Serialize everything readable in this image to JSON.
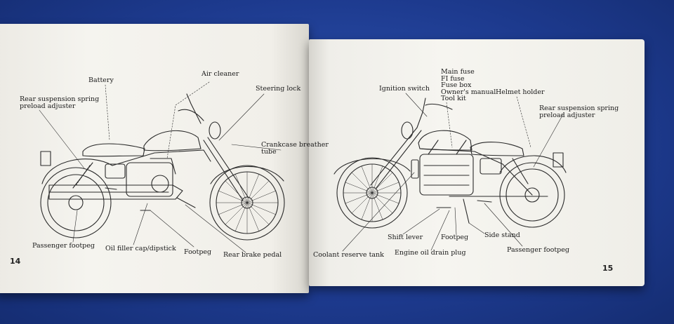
{
  "left_page": {
    "page_number": "14",
    "labels": {
      "battery": "Battery",
      "air_cleaner": "Air cleaner",
      "rear_suspension_line1": "Rear suspension spring",
      "rear_suspension_line2": "preload adjuster",
      "steering_lock": "Steering lock",
      "crankcase_line1": "Crankcase breather",
      "crankcase_line2": "tube",
      "passenger_footpeg": "Passenger footpeg",
      "oil_filler": "Oil filler cap/dipstick",
      "footpeg": "Footpeg",
      "rear_brake_pedal": "Rear brake pedal"
    }
  },
  "right_page": {
    "page_number": "15",
    "labels": {
      "main_fuse": "Main fuse",
      "fi_fuse": "FI fuse",
      "fuse_box": "Fuse box",
      "owners_manual": "Owner's manual",
      "tool_kit": "Tool kit",
      "ignition_switch": "Ignition switch",
      "helmet_holder": "Helmet holder",
      "rear_suspension_line1": "Rear suspension spring",
      "rear_suspension_line2": "preload adjuster",
      "coolant_reserve_tank": "Coolant reserve tank",
      "shift_lever": "Shift lever",
      "engine_oil_drain_plug": "Engine oil drain plug",
      "footpeg": "Footpeg",
      "side_stand": "Side stand",
      "passenger_footpeg": "Passenger footpeg"
    }
  }
}
